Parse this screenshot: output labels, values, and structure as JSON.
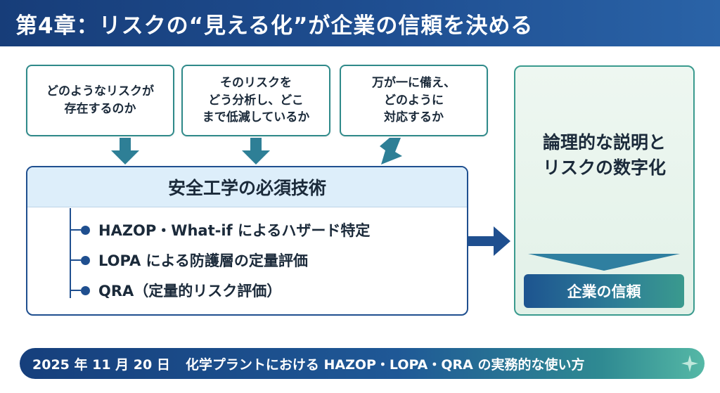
{
  "title": "第4章：リスクの“見える化”が企業の信頼を決める",
  "questions": [
    "どのようなリスクが\n存在するのか",
    "そのリスクを\nどう分析し、どこ\nまで低減しているか",
    "万が一に備え、\nどのように\n対応するか"
  ],
  "main": {
    "heading": "安全工学の必須技術",
    "items": [
      "HAZOP・What-if によるハザード特定",
      "LOPA による防護層の定量評価",
      "QRA（定量的リスク評価）"
    ]
  },
  "result": {
    "text": "論理的な説明と\nリスクの数字化",
    "badge": "企業の信頼"
  },
  "footer": {
    "date": "2025 年 11 月 20 日",
    "text": "化学プラントにおける HAZOP・LOPA・QRA の実務的な使い方"
  },
  "colors": {
    "navy": "#1f4f8f",
    "teal": "#3a9a8e",
    "light_blue": "#ddeefa",
    "light_green": "#e6f3ea"
  }
}
